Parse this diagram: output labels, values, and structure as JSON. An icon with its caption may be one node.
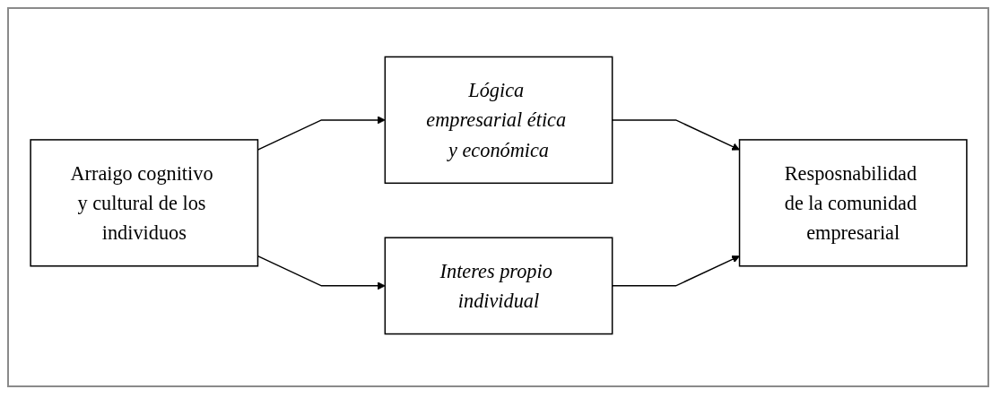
{
  "diagram": {
    "nodes": [
      {
        "text": [
          "Arraigo cognitivo y cultural de los individuos"
        ]
      },
      {
        "text": [
          "Lógica empresarial ética y económica"
        ]
      },
      {
        "text": [
          "Interes propio individual"
        ]
      },
      {
        "text": [
          "Resposnabilidad de la comunidad empresarial"
        ]
      }
    ],
    "edges": [
      {
        "from": 0,
        "to": 1,
        "arrow": "to"
      },
      {
        "from": 0,
        "to": 2,
        "arrow": "to"
      },
      {
        "from": 1,
        "to": 3,
        "arrow": "to"
      },
      {
        "from": 2,
        "to": 3,
        "arrow": "to"
      }
    ]
  }
}
